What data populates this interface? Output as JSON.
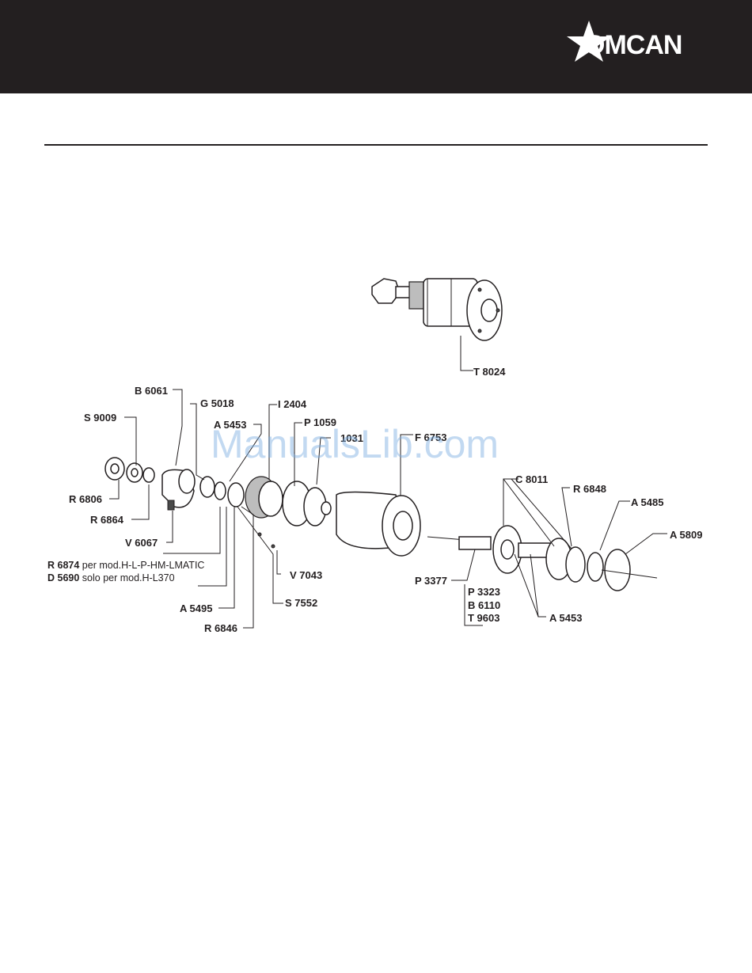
{
  "header": {
    "brand": "OMCAN",
    "bar_color": "#231f20"
  },
  "watermark": "ManualsLib.com",
  "labels": {
    "t8024": "T 8024",
    "b6061": "B 6061",
    "g5018": "G 5018",
    "s9009": "S 9009",
    "a5453_top": "A 5453",
    "i2404": "I 2404",
    "p1059": "P 1059",
    "x1031": "1031",
    "f6753": "F 6753",
    "r6806": "R 6806",
    "r6864": "R 6864",
    "v6067": "V 6067",
    "v7043": "V 7043",
    "s7552": "S 7552",
    "a5495": "A 5495",
    "r6846": "R 6846",
    "c8011": "C 8011",
    "r6848": "R 6848",
    "a5485": "A 5485",
    "a5809": "A 5809",
    "p3377": "P 3377",
    "p3323": "P 3323",
    "b6110": "B 6110",
    "t9603": "T 9603",
    "a5453_bottom": "A 5453"
  },
  "notes": {
    "r6874_code": "R 6874",
    "r6874_text": "per mod.H-L-P-HM-LMATIC",
    "d5690_code": "D 5690",
    "d5690_text": "solo per mod.H-L370"
  }
}
